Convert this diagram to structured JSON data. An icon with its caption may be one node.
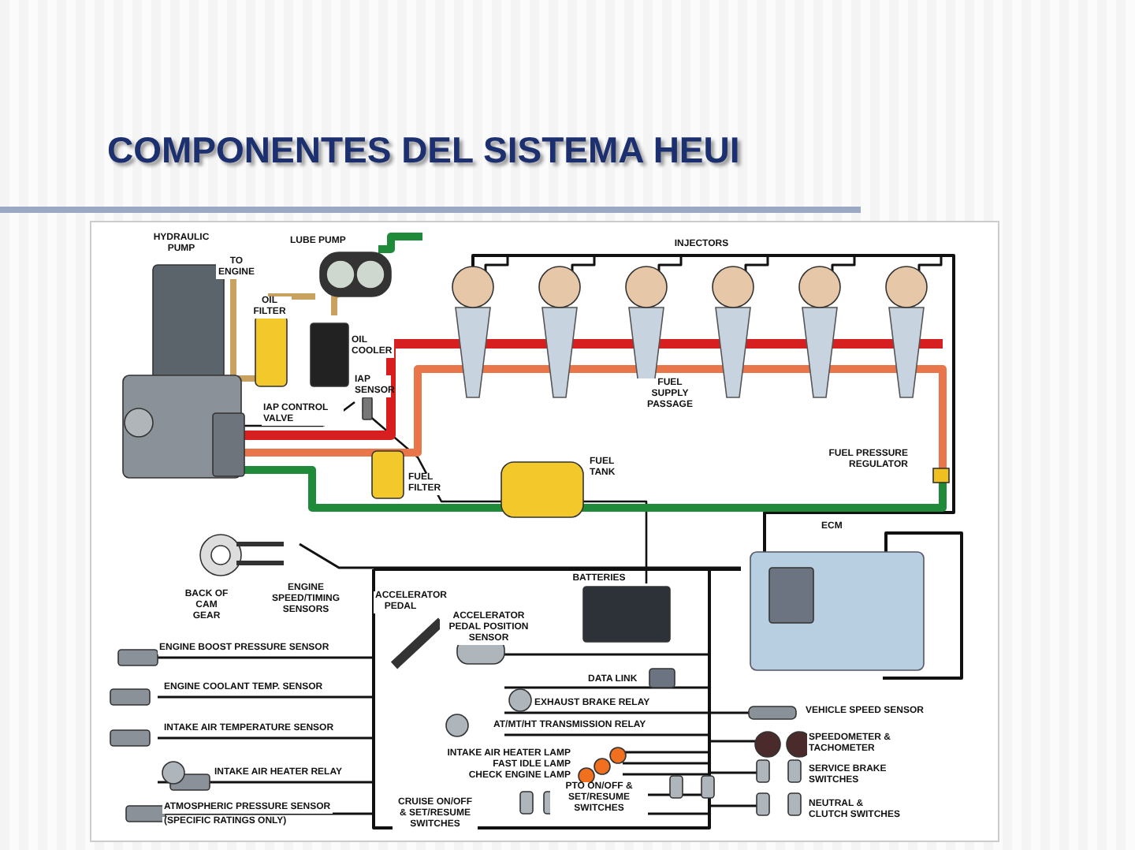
{
  "diagram": {
    "title": "COMPONENTES DEL SISTEMA HEUI",
    "labels": [
      "HYDRAULIC PUMP",
      "TO ENGINE",
      "LUBE PUMP",
      "INJECTORS",
      "OIL FILTER",
      "OIL COOLER",
      "IAP SENSOR",
      "IAP CONTROL VALVE",
      "FUEL SUPPLY PASSAGE",
      "FUEL FILTER",
      "FUEL TANK",
      "FUEL PRESSURE REGULATOR",
      "ECM",
      "BACK OF CAM GEAR",
      "ENGINE SPEED/TIMING SENSORS",
      "ACCELERATOR PEDAL",
      "BATTERIES",
      "ACCELERATOR PEDAL POSITION SENSOR",
      "ENGINE BOOST PRESSURE SENSOR",
      "DATA LINK",
      "ENGINE COOLANT TEMP. SENSOR",
      "EXHAUST BRAKE RELAY",
      "VEHICLE SPEED SENSOR",
      "AT/MT/HT TRANSMISSION RELAY",
      "INTAKE AIR TEMPERATURE SENSOR",
      "SPEEDOMETER & TACHOMETER",
      "INTAKE AIR HEATER LAMP",
      "FAST IDLE LAMP",
      "CHECK ENGINE LAMP",
      "INTAKE AIR HEATER RELAY",
      "SERVICE BRAKE SWITCHES",
      "PTO ON/OFF & SET/RESUME SWITCHES",
      "ATMOSPHERIC PRESSURE SENSOR",
      "(SPECIFIC RATINGS ONLY)",
      "CRUISE ON/OFF & SET/RESUME SWITCHES",
      "NEUTRAL & CLUTCH SWITCHES"
    ]
  }
}
